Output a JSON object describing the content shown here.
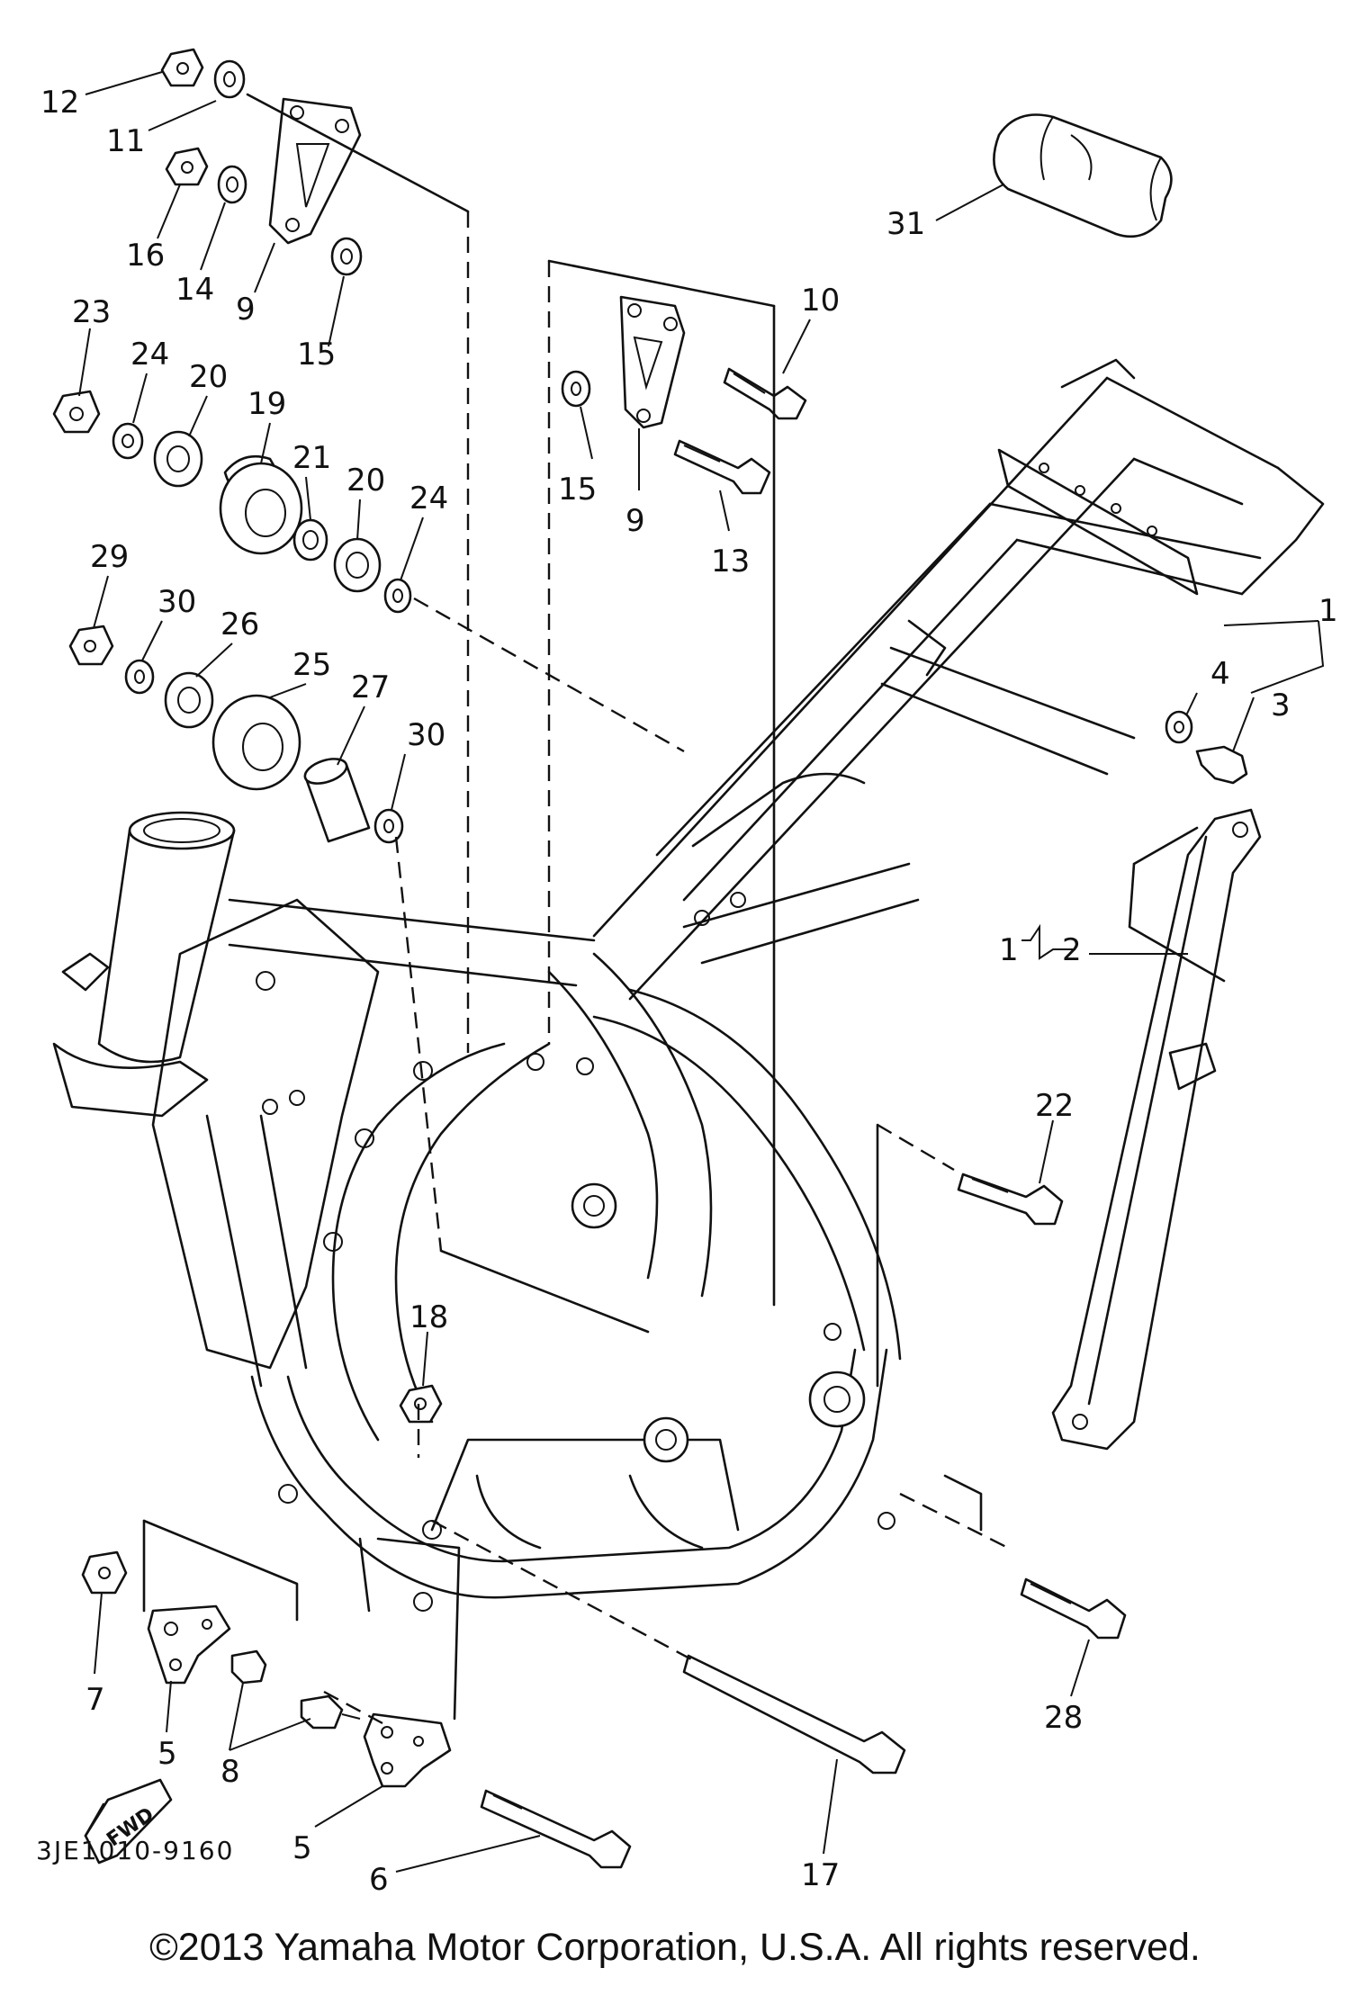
{
  "diagram": {
    "drawing_code": "3JE1010-9160",
    "copyright": "©2013 Yamaha Motor Corporation, U.S.A. All rights reserved.",
    "fwd_label": "FWD",
    "callouts": [
      {
        "id": "c12",
        "text": "12"
      },
      {
        "id": "c11",
        "text": "11"
      },
      {
        "id": "c16",
        "text": "16"
      },
      {
        "id": "c14",
        "text": "14"
      },
      {
        "id": "c9a",
        "text": "9"
      },
      {
        "id": "c15a",
        "text": "15"
      },
      {
        "id": "c23",
        "text": "23"
      },
      {
        "id": "c24a",
        "text": "24"
      },
      {
        "id": "c20a",
        "text": "20"
      },
      {
        "id": "c19",
        "text": "19"
      },
      {
        "id": "c21",
        "text": "21"
      },
      {
        "id": "c20b",
        "text": "20"
      },
      {
        "id": "c24b",
        "text": "24"
      },
      {
        "id": "c29",
        "text": "29"
      },
      {
        "id": "c30a",
        "text": "30"
      },
      {
        "id": "c26",
        "text": "26"
      },
      {
        "id": "c25",
        "text": "25"
      },
      {
        "id": "c27",
        "text": "27"
      },
      {
        "id": "c30b",
        "text": "30"
      },
      {
        "id": "c10",
        "text": "10"
      },
      {
        "id": "c15b",
        "text": "15"
      },
      {
        "id": "c9b",
        "text": "9"
      },
      {
        "id": "c13",
        "text": "13"
      },
      {
        "id": "c31",
        "text": "31"
      },
      {
        "id": "c1a",
        "text": "1"
      },
      {
        "id": "c4",
        "text": "4"
      },
      {
        "id": "c3",
        "text": "3"
      },
      {
        "id": "c1b",
        "text": "1"
      },
      {
        "id": "c2",
        "text": "2"
      },
      {
        "id": "c22",
        "text": "22"
      },
      {
        "id": "c18",
        "text": "18"
      },
      {
        "id": "c7",
        "text": "7"
      },
      {
        "id": "c5a",
        "text": "5"
      },
      {
        "id": "c8",
        "text": "8"
      },
      {
        "id": "c5b",
        "text": "5"
      },
      {
        "id": "c6",
        "text": "6"
      },
      {
        "id": "c17",
        "text": "17"
      },
      {
        "id": "c28",
        "text": "28"
      }
    ]
  }
}
